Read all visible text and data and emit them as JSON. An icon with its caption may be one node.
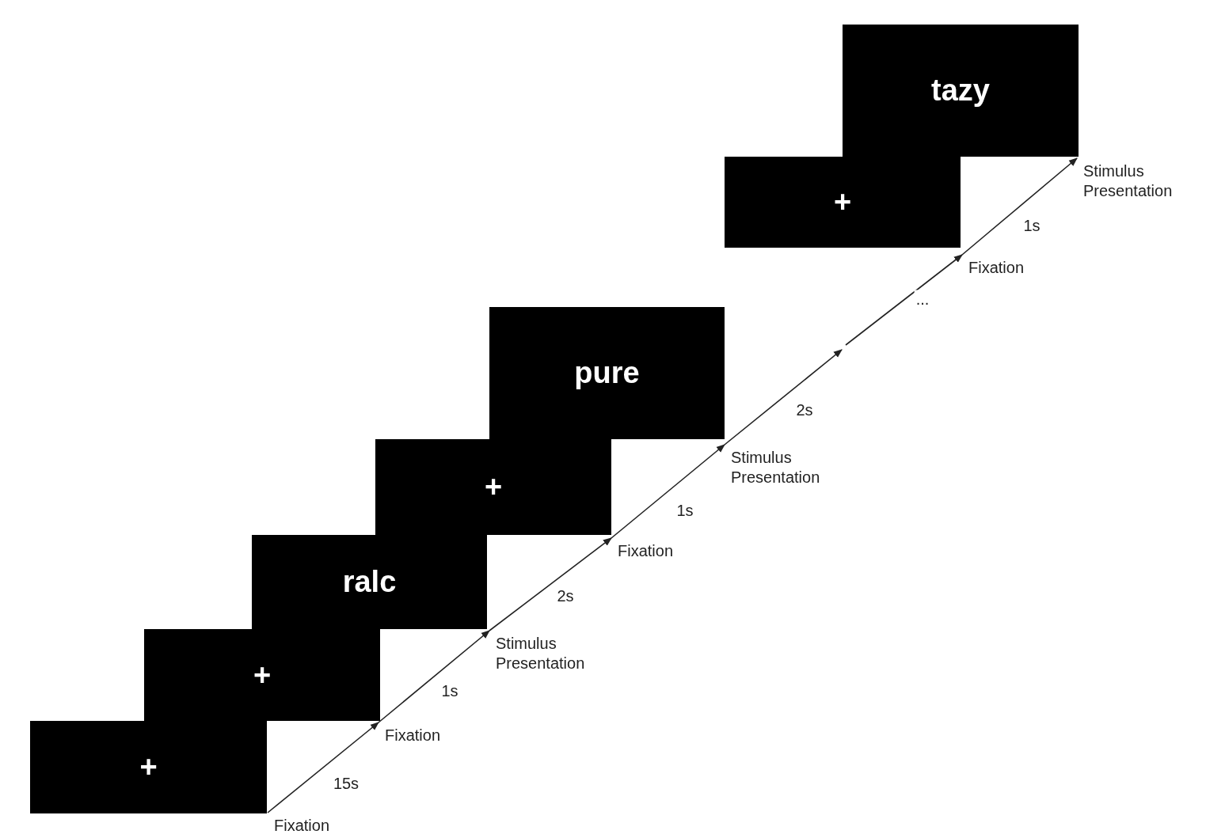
{
  "diagram": {
    "nodes": [
      {
        "text": [
          "+"
        ]
      },
      {
        "text": [
          "+"
        ]
      },
      {
        "text": [
          "ralc"
        ]
      },
      {
        "text": [
          "+"
        ]
      },
      {
        "text": [
          "pure"
        ]
      },
      {
        "text": [
          "+"
        ]
      },
      {
        "text": [
          "tazy"
        ]
      },
      {
        "text": [
          "Fixation"
        ]
      },
      {
        "text": [
          "Fixation"
        ]
      },
      {
        "text": [
          "Stimulus Presentation"
        ]
      },
      {
        "text": [
          "Fixation"
        ]
      },
      {
        "text": [
          "Stimulus Presentation"
        ]
      },
      {
        "text": [
          "Fixation"
        ]
      },
      {
        "text": [
          "Stimulus Presentation"
        ]
      }
    ],
    "edges": [
      {
        "from": 7,
        "to": 8,
        "arrow": "to",
        "label": "15s"
      },
      {
        "from": 8,
        "to": 9,
        "arrow": "to",
        "label": "1s"
      },
      {
        "from": 9,
        "to": 10,
        "arrow": "to",
        "label": "2s"
      },
      {
        "from": 10,
        "to": 11,
        "arrow": "to",
        "label": "1s"
      },
      {
        "from": 11,
        "to": null,
        "arrow": "to",
        "label": "2s"
      },
      {
        "from": null,
        "to": 12,
        "arrow": "to",
        "label": "..."
      },
      {
        "from": 12,
        "to": 13,
        "arrow": "to",
        "label": "1s"
      }
    ]
  }
}
